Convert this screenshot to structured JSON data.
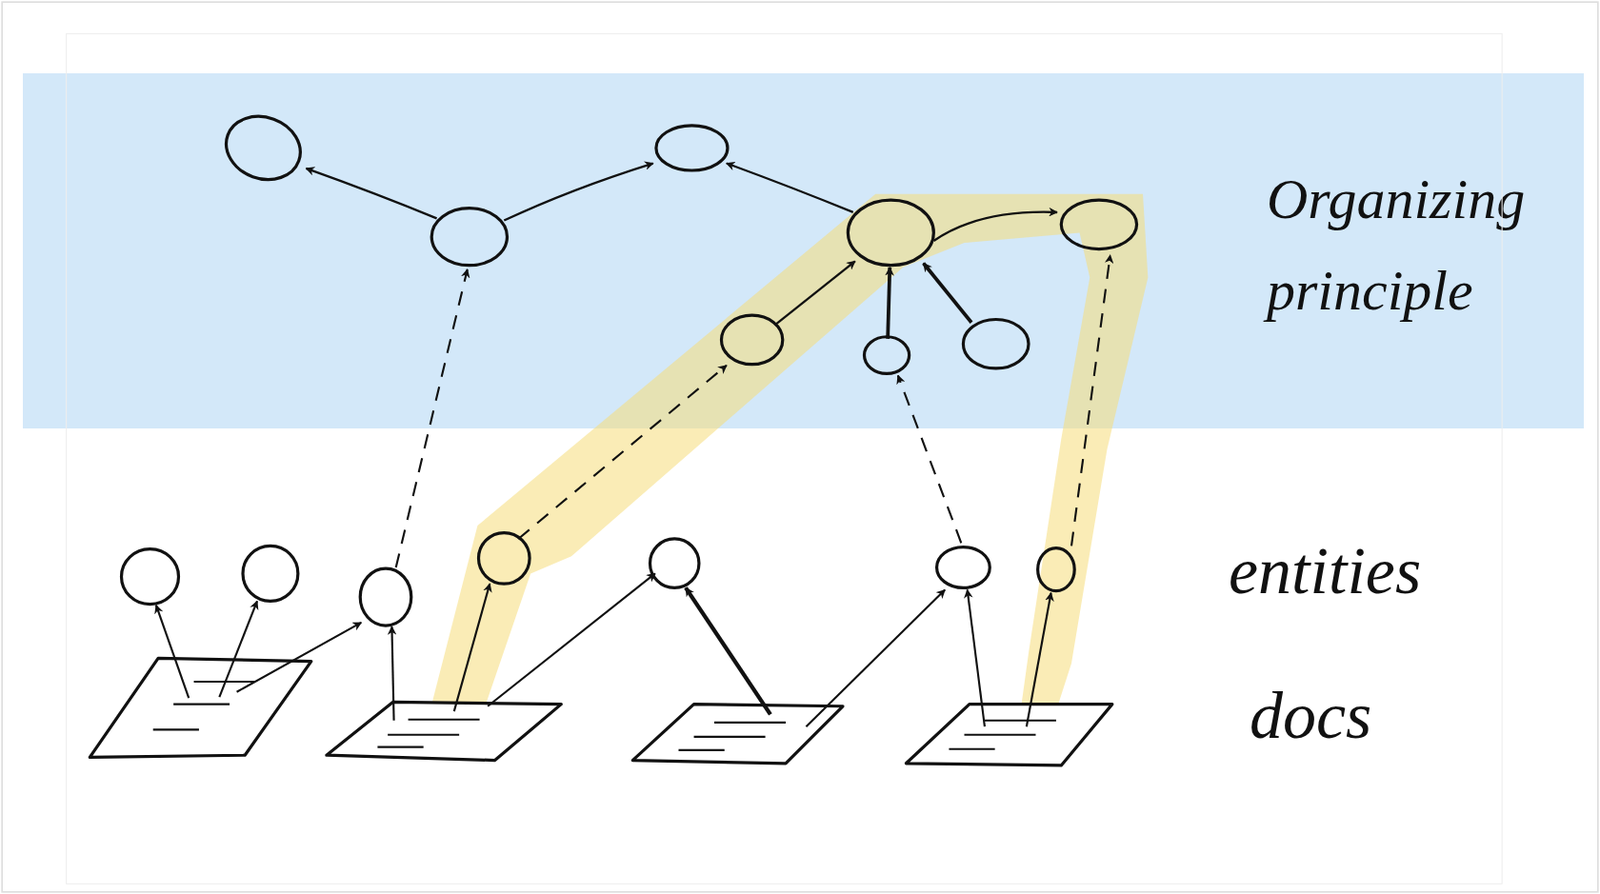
{
  "diagram": {
    "nodes": [
      {
        "text": [
          "Organizing principle"
        ]
      }
    ],
    "labels": [
      "entities",
      "docs"
    ]
  }
}
